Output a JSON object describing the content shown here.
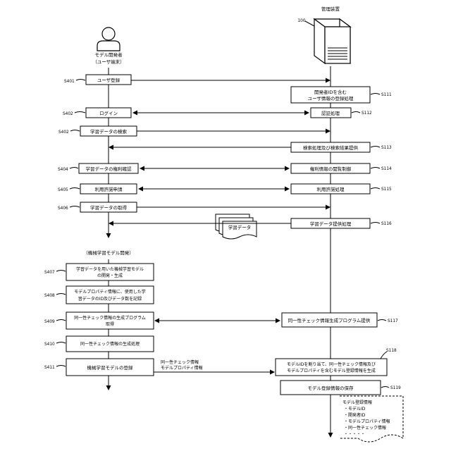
{
  "actors": {
    "server": {
      "label": "管理装置",
      "ref": "100"
    },
    "user": {
      "label_line1": "モデル開発者",
      "label_line2": "（ユーザ端末）"
    }
  },
  "steps": {
    "s401": {
      "code": "S401",
      "label": "ユーザ登録"
    },
    "s111": {
      "code": "S111",
      "line1": "開発者IDを含む",
      "line2": "ユーザ情報の登録処理"
    },
    "s402a": {
      "code": "S402",
      "label": "ログイン"
    },
    "s112": {
      "code": "S112",
      "label": "認証処理"
    },
    "s402b": {
      "code": "S402",
      "label": "学習データの検索"
    },
    "s113": {
      "code": "S113",
      "label": "検索処理及び検索結果提供"
    },
    "s404": {
      "code": "S404",
      "label": "学習データの権利確認"
    },
    "s114": {
      "code": "S114",
      "label": "権利情報の閲覧制御"
    },
    "s405": {
      "code": "S405",
      "label": "利用許諾申請"
    },
    "s115": {
      "code": "S115",
      "label": "利用許諾処理"
    },
    "s406": {
      "code": "S406",
      "label": "学習データの取得"
    },
    "s116": {
      "code": "S116",
      "label": "学習データ提供処理"
    },
    "training_doc": {
      "label": "学習データ"
    },
    "phase": {
      "label": "（機械学習モデル開発）"
    },
    "s407": {
      "code": "S407",
      "line1": "学習データを用いた機械学習モデル",
      "line2": "の開発・生成"
    },
    "s408": {
      "code": "S408",
      "line1": "モデルプロパティ情報に、使用した学",
      "line2": "習データのID及びデータ数を記録"
    },
    "s409": {
      "code": "S409",
      "line1": "同一性チェック情報の生成プログラム",
      "line2": "取得"
    },
    "s117": {
      "code": "S117",
      "label": "同一性チェック情報生成プログラム提供"
    },
    "s410": {
      "code": "S410",
      "label": "同一性チェック情報の生成処理"
    },
    "s411": {
      "code": "S411",
      "label": "機械学習モデルの登録"
    },
    "msg411": {
      "line1": "同一性チェック情報",
      "line2": "モデルプロパティ情報"
    },
    "s118": {
      "code": "S118",
      "line1": "モデルIDを割り当て、同一性チェック情報及び",
      "line2": "モデルプロパティを含むモデル登録情報を生成"
    },
    "s119": {
      "code": "S119",
      "label": "モデル登録情報の保存"
    },
    "reg_doc": {
      "title": "モデル登録情報",
      "items": [
        "・モデルID",
        "・開発者ID",
        "・モデルプロパティ情報",
        "・同一性チェック情報"
      ],
      "more": "・・・・・"
    }
  }
}
